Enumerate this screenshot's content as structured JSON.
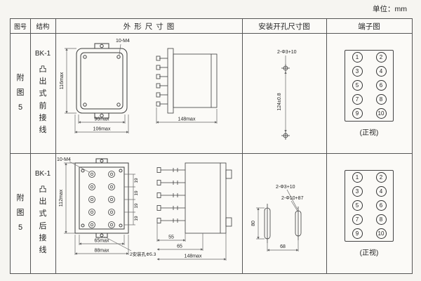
{
  "page": {
    "unit_label": "单位：mm"
  },
  "headers": {
    "fig": "图号",
    "structure": "结构",
    "outline": "外形尺寸图",
    "install": "安装开孔尺寸图",
    "terminal": "端子图"
  },
  "rows": [
    {
      "fig_label": "附图5",
      "model": "BK-1",
      "mount_desc": "凸出式前接线",
      "outline": {
        "screw_label": "10-M4",
        "height_dim": "116max",
        "width_dim1": "96max",
        "width_dim2": "106max",
        "depth_dim": "148max"
      },
      "install": {
        "hole_label": "2-Φ3+10",
        "vertical_dim": "124±0.8"
      },
      "terminal": {
        "numbers": [
          "1",
          "2",
          "3",
          "4",
          "5",
          "6",
          "7",
          "8",
          "9",
          "10"
        ],
        "caption": "(正视)"
      }
    },
    {
      "fig_label": "附图5",
      "model": "BK-1",
      "mount_desc": "凸出式后接线",
      "outline": {
        "screw_label": "10-M4",
        "height_dim": "112max",
        "pitch_dims": [
          "19",
          "19",
          "19",
          "19"
        ],
        "width_dim1": "65max",
        "width_dim2": "88max",
        "hole_note": "2安装孔Φ5.3",
        "stud_dim": "55",
        "body_dim": "65",
        "depth_dim": "148max"
      },
      "install": {
        "hole_label1": "2-Φ3+10",
        "hole_label2": "2-Φ10+87",
        "vertical_dim": "80",
        "horizontal_dim": "68"
      },
      "terminal": {
        "numbers": [
          "1",
          "2",
          "3",
          "4",
          "5",
          "6",
          "7",
          "8",
          "9",
          "10"
        ],
        "caption": "(正视)"
      }
    }
  ]
}
